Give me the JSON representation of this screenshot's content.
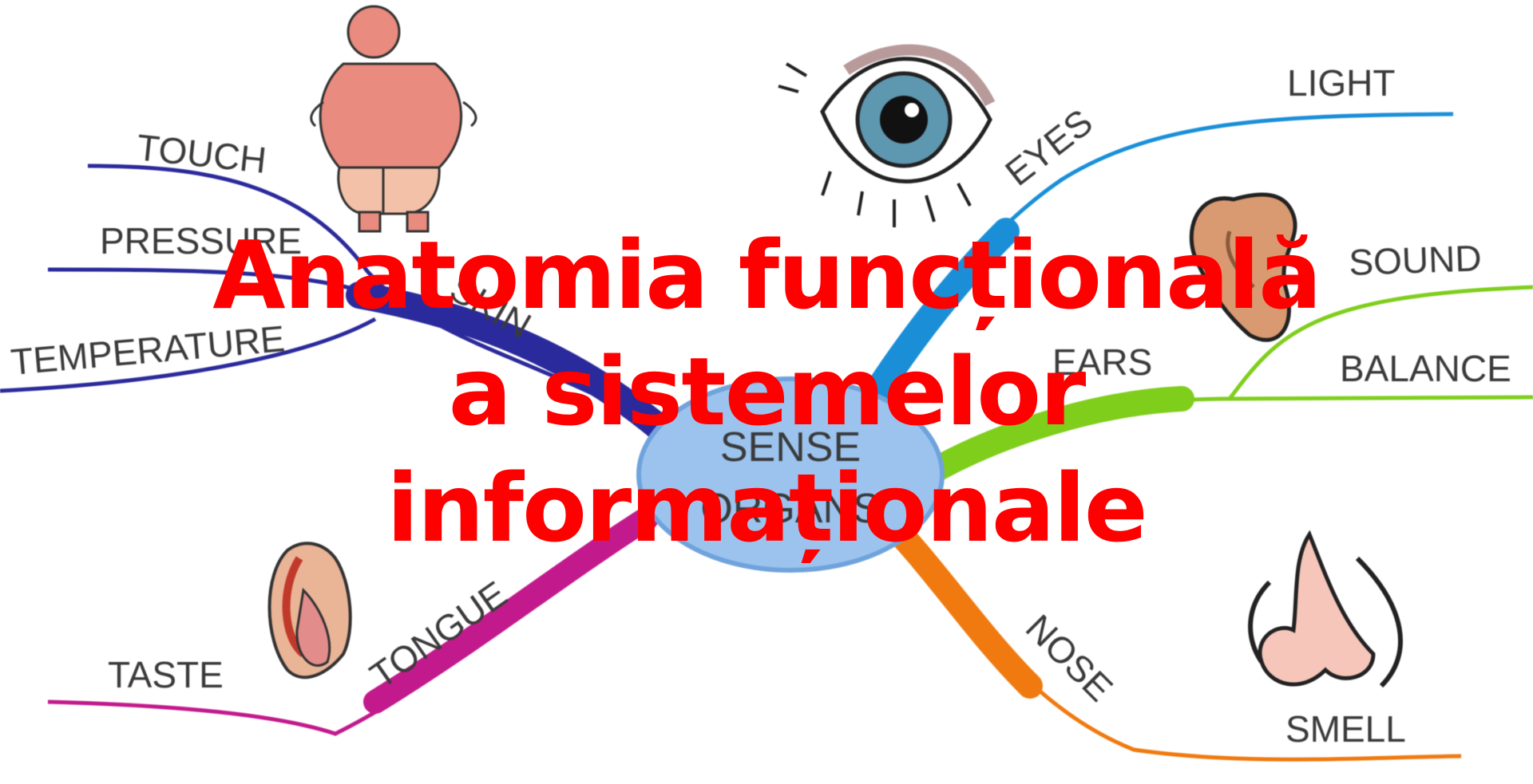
{
  "title": {
    "line1": "Anatomia funcțională",
    "line2": "a sistemelor",
    "line3": "informaționale"
  },
  "mindmap": {
    "center": {
      "line1": "SENSE",
      "line2": "ORGANS",
      "color": "#9cc3ee"
    },
    "branches": {
      "skin": {
        "label": "SKIN",
        "color": "#2b2a9c",
        "subs": [
          "TOUCH",
          "PRESSURE",
          "TEMPERATURE"
        ]
      },
      "eyes": {
        "label": "EYES",
        "color": "#1a8fd8",
        "subs": [
          "LIGHT"
        ]
      },
      "ears": {
        "label": "EARS",
        "color": "#7fce1c",
        "subs": [
          "SOUND",
          "BALANCE"
        ]
      },
      "tongue": {
        "label": "TONGUE",
        "color": "#c21a8c",
        "subs": [
          "TASTE"
        ]
      },
      "nose": {
        "label": "NOSE",
        "color": "#f07a10",
        "subs": [
          "SMELL"
        ]
      }
    },
    "icons": [
      "person-icon",
      "eye-icon",
      "ear-icon",
      "mouth-icon",
      "nose-icon"
    ]
  }
}
